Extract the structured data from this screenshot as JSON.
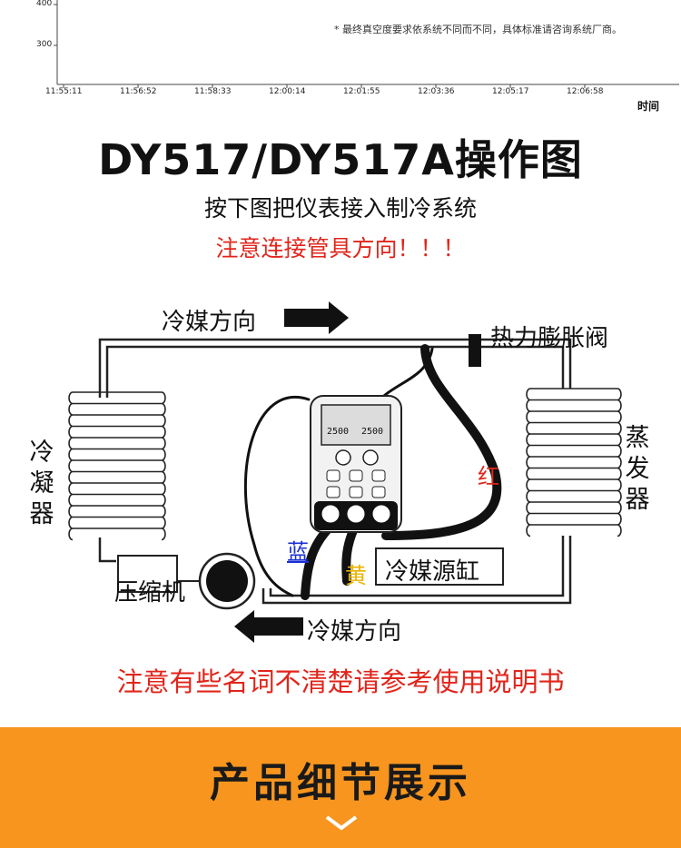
{
  "chart_data": {
    "type": "line",
    "title": "",
    "note": "* 最终真空度要求依系统不同而不同，具体标准请咨询系统厂商。",
    "xlabel": "时间",
    "ylabel": "",
    "x_ticks": [
      "11:55:11",
      "11:56:52",
      "11:58:33",
      "12:00:14",
      "12:01:55",
      "12:03:36",
      "12:05:17",
      "12:06:58"
    ],
    "y_ticks": [
      400,
      300
    ],
    "series": []
  },
  "header": {
    "title": "DY517/DY517A操作图",
    "subtitle": "按下图把仪表接入制冷系统",
    "warning": "注意连接管具方向！！！"
  },
  "diagram": {
    "flow_top": "冷媒方向",
    "flow_bottom": "冷媒方向",
    "valve": "热力膨胀阀",
    "condenser": [
      "冷",
      "凝",
      "器"
    ],
    "evaporator": [
      "蒸",
      "发",
      "器"
    ],
    "compressor": "压缩机",
    "tank": "冷媒源缸",
    "hose_red": "红",
    "hose_blue": "蓝",
    "hose_yellow": "黄",
    "gauge_left_value": "2500",
    "gauge_right_value": "2500",
    "colors": {
      "red": "#e1251b",
      "blue": "#1a2fd6",
      "yellow": "#e8b400"
    }
  },
  "notice": "注意有些名词不清楚请参考使用说明书",
  "footer": {
    "title": "产品细节展示",
    "color": "#f7951e"
  }
}
